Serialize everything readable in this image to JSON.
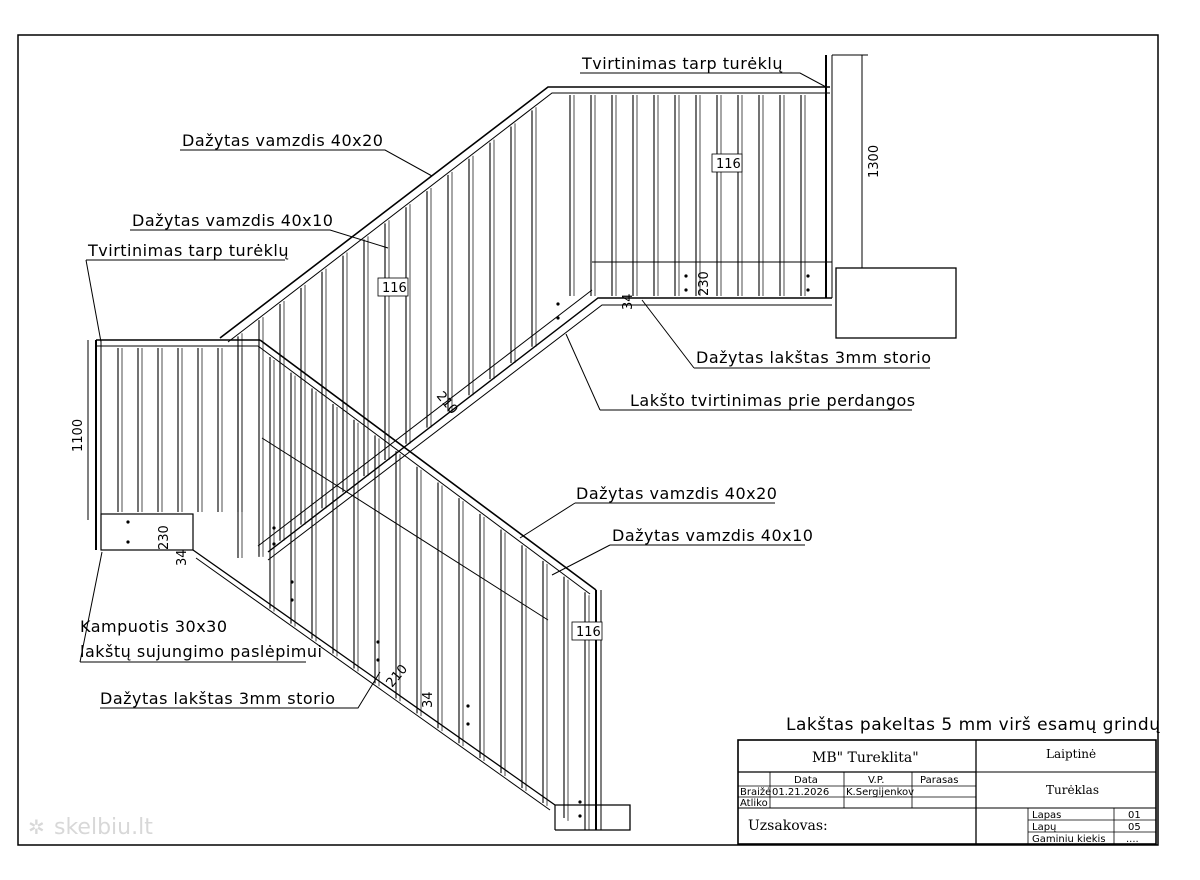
{
  "labels": {
    "tvirtinimas_top": "Tvirtinimas tarp turėklų",
    "vamzdis_40x20_upper": "Dažytas vamzdis 40x20",
    "vamzdis_40x10_upper": "Dažytas vamzdis 40x10",
    "tvirtinimas_left": "Tvirtinimas tarp turėklų",
    "lakstas_upper": "Dažytas lakštas 3mm storio",
    "lakstas_tvirtinimas": "Lakšto tvirtinimas prie perdangos",
    "vamzdis_40x20_lower": "Dažytas vamzdis 40x20",
    "vamzdis_40x10_lower": "Dažytas vamzdis 40x10",
    "kampuotis_line1": "Kampuotis 30x30",
    "kampuotis_line2": "lakštų sujungimo paslėpimui",
    "lakstas_lower": "Dažytas lakštas 3mm storio",
    "pakeltas_note": "Lakštas pakeltas 5 mm virš esamų grindų"
  },
  "dimensions": {
    "height_top": "1300",
    "height_left": "1100",
    "spacing_top": "116",
    "spacing_mid": "116",
    "spacing_low": "116",
    "d230_top": "230",
    "d34_top": "34",
    "d210_mid": "210",
    "d230_left": "230",
    "d34_left": "34",
    "d210_low": "210",
    "d34_low": "34"
  },
  "title_block": {
    "company": "MB\" Tureklita\"",
    "project": "Laiptinė",
    "product": "Turėklas",
    "col_data": "Data",
    "col_vp": "V.P.",
    "col_parasas": "Parasas",
    "row_braize": "Braižė",
    "row_atliko": "Atliko",
    "date": "01.21.2026",
    "author": "K.Sergijenkov",
    "customer_label": "Uzsakovas:",
    "lapas_label": "Lapas",
    "lapas_value": "01",
    "lapu_label": "Lapų",
    "lapu_value": "05",
    "gaminiu_label": "Gaminiu kiekis",
    "gaminiu_value": "...."
  },
  "watermark": "skelbiu.lt"
}
